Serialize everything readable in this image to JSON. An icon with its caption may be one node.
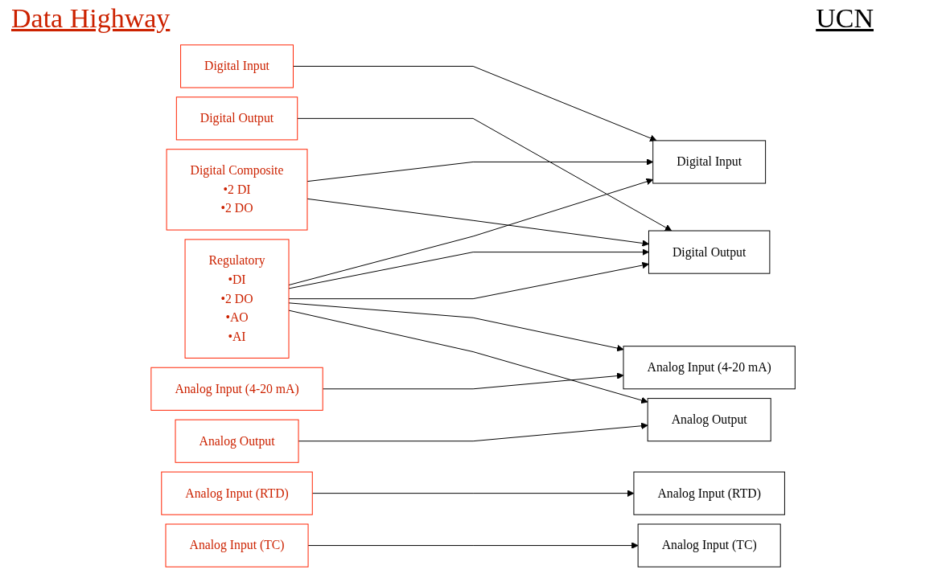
{
  "diagram": {
    "nodes": [
      {
        "text": [
          "Digital Input"
        ]
      },
      {
        "text": [
          "Digital Output"
        ]
      },
      {
        "text": [
          "Analog Input (4-20 mA)"
        ]
      },
      {
        "text": [
          "Analog Output"
        ]
      },
      {
        "text": [
          "Regulatory",
          "•DI",
          "•2 DO",
          "•AO",
          "•AI"
        ]
      },
      {
        "text": [
          "Digital Composite",
          "•2 DI",
          "•2 DO"
        ]
      },
      {
        "text": [
          "Analog Input (RTD)"
        ]
      },
      {
        "text": [
          "Analog Input (TC)"
        ]
      },
      {
        "text": [
          "Digital Input"
        ]
      },
      {
        "text": [
          "Digital Output"
        ]
      },
      {
        "text": [
          "Analog Input (4-20 mA)"
        ]
      },
      {
        "text": [
          "Analog Output"
        ]
      },
      {
        "text": [
          "Analog Input (RTD)"
        ]
      },
      {
        "text": [
          "Analog Input (TC)"
        ]
      }
    ],
    "edges": [
      {
        "from": 0,
        "to": 8,
        "arrow": "to"
      },
      {
        "from": 1,
        "to": 9,
        "arrow": "to"
      },
      {
        "from": 2,
        "to": 10,
        "arrow": "to"
      },
      {
        "from": 3,
        "to": 11,
        "arrow": "to"
      },
      {
        "from": 4,
        "to": 8,
        "arrow": "to"
      },
      {
        "from": 4,
        "to": 9,
        "arrow": "to"
      },
      {
        "from": 4,
        "to": 9,
        "arrow": "to"
      },
      {
        "from": 4,
        "to": 10,
        "arrow": "to"
      },
      {
        "from": 4,
        "to": 11,
        "arrow": "to"
      },
      {
        "from": 5,
        "to": 8,
        "arrow": "to"
      },
      {
        "from": 5,
        "to": 9,
        "arrow": "to"
      },
      {
        "from": 6,
        "to": 12,
        "arrow": "to"
      },
      {
        "from": 7,
        "to": 13,
        "arrow": "to"
      }
    ],
    "labels": [
      "Data Highway",
      "UCN"
    ]
  }
}
